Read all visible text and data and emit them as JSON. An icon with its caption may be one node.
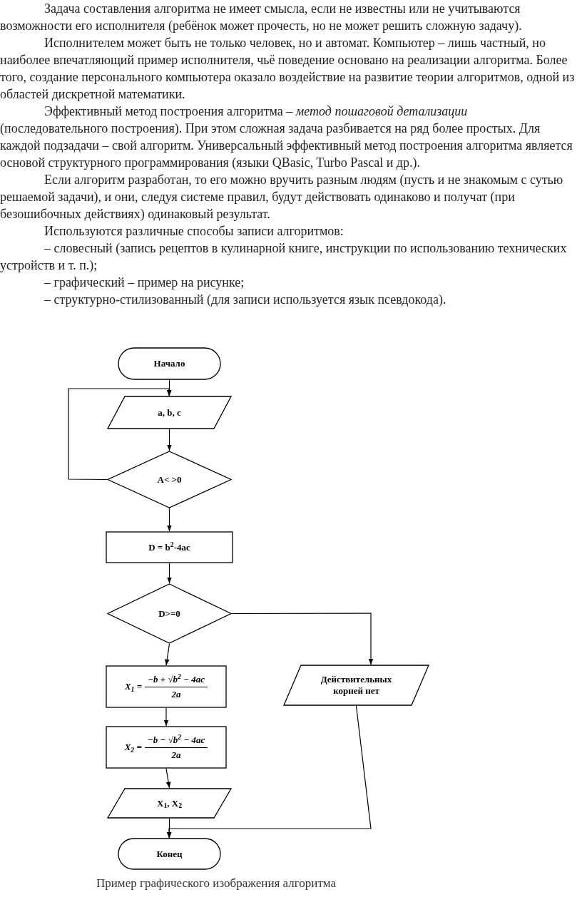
{
  "diagram": {
    "caption": "Пример графического изображения алгоритма",
    "nodes": [
      {
        "text": [
          "Начало"
        ]
      },
      {
        "text": [
          "a, b, c"
        ]
      },
      {
        "text": [
          "A< >0"
        ]
      },
      {
        "text": [
          "D = b$^{2}$-4ac"
        ]
      },
      {
        "text": [
          "D>=0"
        ]
      },
      {
        "text": [
          "X$_{1}$ =",
          "−b + √b$^{2}$ − 4ac",
          "2a"
        ]
      },
      {
        "text": [
          "Действительных корней нет"
        ]
      },
      {
        "text": [
          "X$_{2}$ =",
          "−b − √b$^{2}$ − 4ac",
          "2a"
        ]
      },
      {
        "text": [
          "X$_{1}$, X$_{2}$"
        ]
      },
      {
        "text": [
          "Конец"
        ]
      }
    ],
    "edges": [
      {
        "from": 0,
        "to": 1,
        "arrow": "to"
      },
      {
        "from": 1,
        "to": 2,
        "arrow": "to"
      },
      {
        "from": 2,
        "to": 1,
        "arrow": "to"
      },
      {
        "from": 2,
        "to": 3,
        "arrow": "to"
      },
      {
        "from": 3,
        "to": 4,
        "arrow": "to"
      },
      {
        "from": 4,
        "to": 5,
        "arrow": "to"
      },
      {
        "from": 4,
        "to": 6,
        "arrow": "to"
      },
      {
        "from": 5,
        "to": 7,
        "arrow": "to"
      },
      {
        "from": 7,
        "to": 8,
        "arrow": "to"
      },
      {
        "from": 8,
        "to": 9,
        "arrow": "to"
      },
      {
        "from": 6,
        "to": 9,
        "arrow": "to"
      }
    ],
    "labels": [
      "Задача составления алгоритма не имеет смысла, если не известны или не учитываются возможности его исполнителя (ребёнок может прочесть, но не может решить сложную задачу).",
      "Исполнителем может быть не только человек, но и автомат. Компьютер – лишь частный, но наиболее впечатляющий пример исполнителя, чьё поведение основано на реализации алгоритма. Более того, создание персонального компьютера оказало воздействие на развитие теории алгоритмов, одной из областей дискретной математики.",
      "Эффективный метод построения алгоритма – *метод пошаговой детализации* (последовательного построения). При этом сложная задача разбивается на ряд более простых. Для каждой подзадачи – свой алгоритм. Универсальный эффективный метод построения алгоритма является основой структурного программирования (языки QBasic, Turbo Pascal и др.).",
      "Если алгоритм разработан, то его можно вручить разным людям (пусть и не знакомым с сутью решаемой задачи), и они, следуя системе правил, будут действовать одинаково и получат (при безошибочных действиях) одинаковый результат.",
      "Используются различные способы записи алгоритмов:",
      "– словесный (запись рецептов в кулинарной книге, инструкции по использованию технических устройств и т. п.);",
      "– графический – пример на рисунке;",
      "– структурно-стилизованный (для записи используется язык псевдокода)."
    ]
  }
}
